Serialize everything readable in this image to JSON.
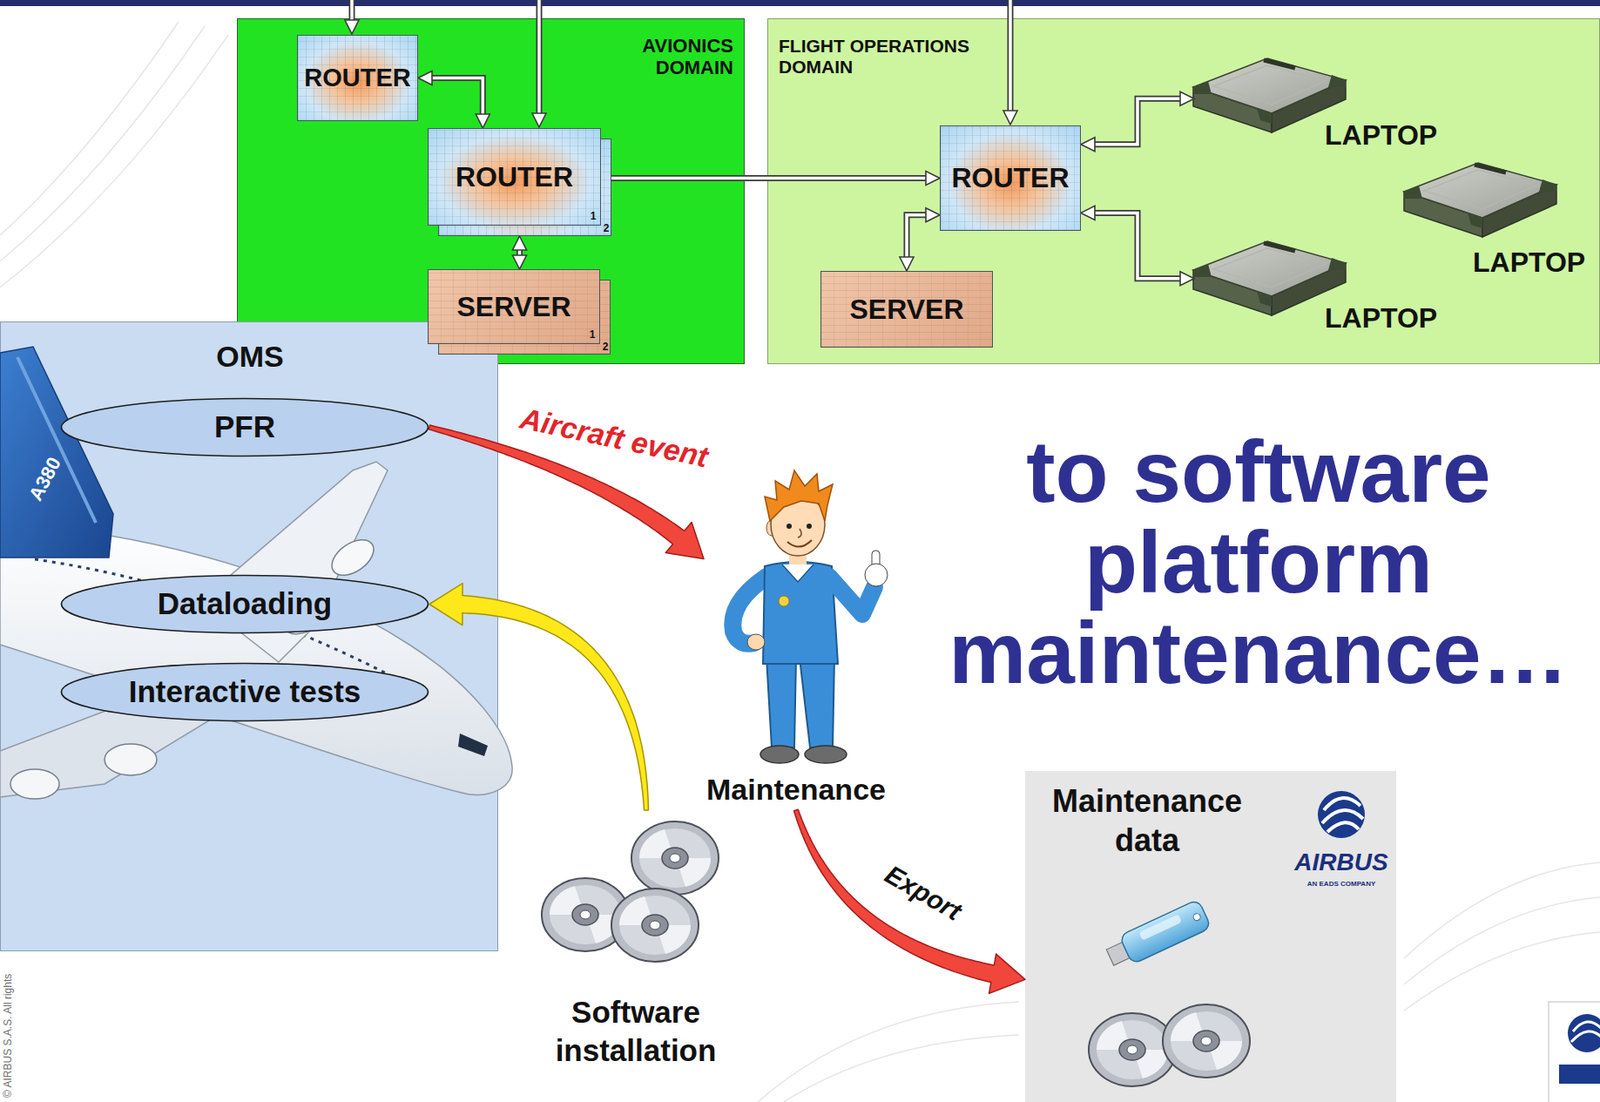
{
  "diagram": {
    "title": "to software platform maintenance…",
    "nodes": [
      {
        "text": [
          "AVIONICS DOMAIN"
        ]
      },
      {
        "text": [
          "ROUTER"
        ],
        "in": 0
      },
      {
        "text": [
          "ROUTER",
          "1",
          "2"
        ],
        "in": 0
      },
      {
        "text": [
          "SERVER",
          "1",
          "2"
        ],
        "in": 0
      },
      {
        "text": [
          "FLIGHT OPERATIONS DOMAIN"
        ]
      },
      {
        "text": [
          "ROUTER"
        ],
        "in": 4
      },
      {
        "text": [
          "SERVER"
        ],
        "in": 4
      },
      {
        "text": [
          "LAPTOP"
        ],
        "in": 4
      },
      {
        "text": [
          "LAPTOP"
        ],
        "in": 4
      },
      {
        "text": [
          "LAPTOP"
        ],
        "in": 4
      },
      {
        "text": [
          "OMS"
        ]
      },
      {
        "text": [
          "PFR"
        ],
        "in": 10
      },
      {
        "text": [
          "Dataloading"
        ],
        "in": 10
      },
      {
        "text": [
          "Interactive tests"
        ],
        "in": 10
      },
      {
        "text": [
          "Maintenance"
        ]
      },
      {
        "text": [
          "Software installation"
        ]
      },
      {
        "text": [
          "Maintenance data"
        ]
      }
    ],
    "edges": [
      {
        "from": 1,
        "to": 2,
        "arrow": "both"
      },
      {
        "from": 2,
        "to": 5,
        "arrow": "to"
      },
      {
        "from": 2,
        "to": 3,
        "arrow": "both"
      },
      {
        "from": 5,
        "to": 6,
        "arrow": "both"
      },
      {
        "from": 5,
        "to": 7,
        "arrow": "both"
      },
      {
        "from": 5,
        "to": 9,
        "arrow": "both"
      },
      {
        "from": 11,
        "to": 14,
        "label": "Aircraft event",
        "arrow": "to"
      },
      {
        "from": 15,
        "to": 12,
        "arrow": "to"
      },
      {
        "from": 14,
        "to": 16,
        "label": "Export",
        "arrow": "to"
      }
    ],
    "labels": [
      "A380",
      "AIRBUS",
      "AN EADS COMPANY",
      "© AIRBUS S.A.S. All rights"
    ]
  }
}
